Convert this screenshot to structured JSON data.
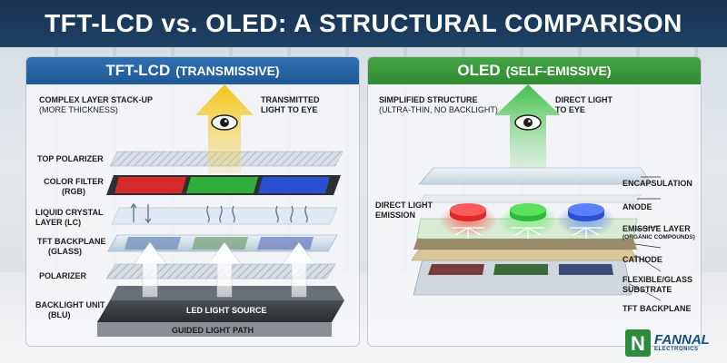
{
  "title": "TFT-LCD vs. OLED: A STRUCTURAL COMPARISON",
  "lcd": {
    "header_main": "TFT-LCD",
    "header_sub": "(TRANSMISSIVE)",
    "intro_line1": "COMPLEX LAYER STACK-UP",
    "intro_line2": "(MORE THICKNESS)",
    "light_label_line1": "TRANSMITTED",
    "light_label_line2": "LIGHT TO EYE",
    "layers": {
      "top_polarizer": "TOP POLARIZER",
      "color_filter_line1": "COLOR FILTER",
      "color_filter_line2": "(RGB)",
      "liquid_crystal_line1": "LIQUID CRYSTAL",
      "liquid_crystal_line2": "LAYER (LC)",
      "tft_backplane_line1": "TFT BACKPLANE",
      "tft_backplane_line2": "(GLASS)",
      "polarizer": "POLARIZER",
      "backlight_line1": "BACKLIGHT UNIT",
      "backlight_line2": "(BLU)"
    },
    "led_light_source": "LED LIGHT SOURCE",
    "guided_light_path": "GUIDED LIGHT PATH",
    "colors": {
      "red": "#d62a2a",
      "green": "#2fae3a",
      "blue": "#2a4fd0"
    }
  },
  "oled": {
    "header_main": "OLED",
    "header_sub": "(SELF-EMISSIVE)",
    "intro_line1": "SIMPLIFIED STRUCTURE",
    "intro_line2": "(ULTRA-THIN, NO BACKLIGHT)",
    "light_label_line1": "DIRECT LIGHT",
    "light_label_line2": "TO EYE",
    "direct_emission_line1": "DIRECT LIGHT",
    "direct_emission_line2": "EMISSION",
    "layers": {
      "encapsulation": "ENCAPSULATION",
      "anode": "ANODE",
      "emissive_line1": "EMISSIVE LAYER",
      "emissive_line2": "(ORGANIC COMPOUNDS)",
      "cathode": "CATHODE",
      "substrate_line1": "FLEXIBLE/GLASS",
      "substrate_line2": "SUBSTRATE",
      "tft_backplane": "TFT BACKPLANE"
    }
  },
  "logo": {
    "name": "FANNAL",
    "sub": "ELECTRONICS",
    "letter": "N"
  },
  "icons": [
    "eye-icon",
    "up-arrow-icon",
    "radiating-arrows-icon"
  ]
}
